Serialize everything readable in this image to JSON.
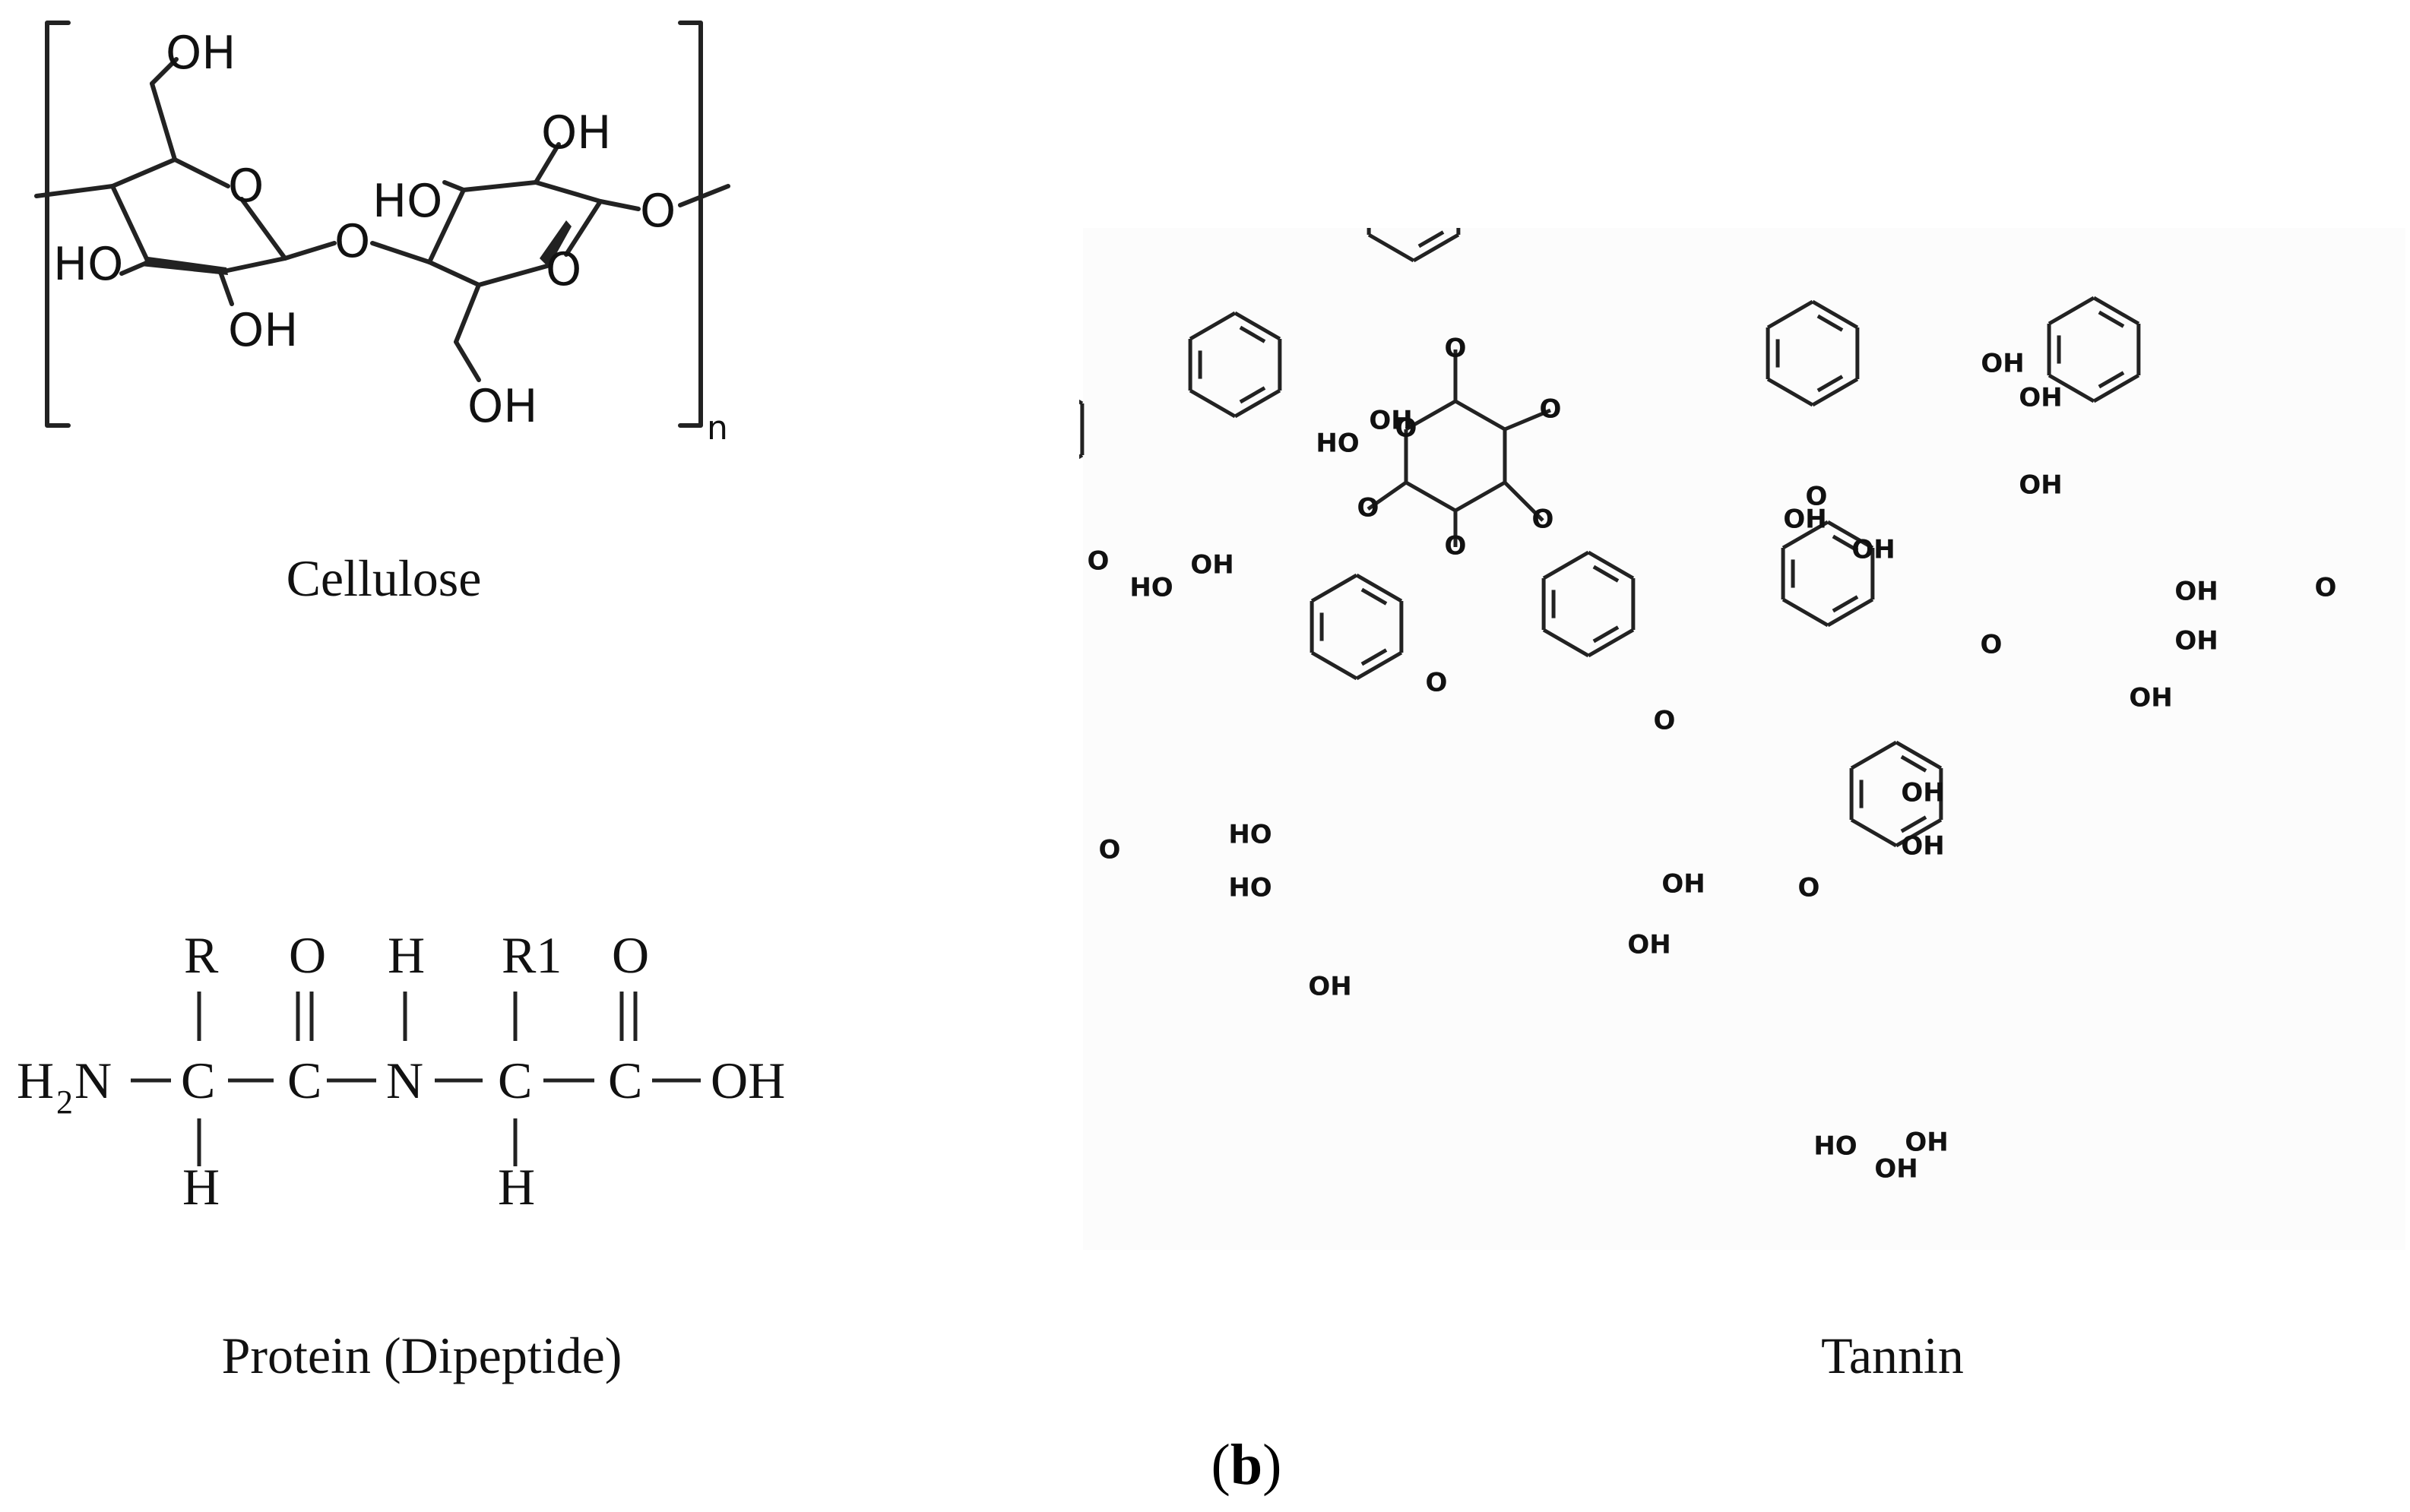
{
  "captions": {
    "cellulose": "Cellulose",
    "protein": "Protein (Dipeptide)",
    "tannin": "Tannin"
  },
  "panel_label": {
    "open": "(",
    "letter": "b",
    "close": ")"
  },
  "atoms": {
    "oh": "OH",
    "ho": "HO",
    "o": "O",
    "n_sub": "n",
    "r": "R",
    "r1": "R1",
    "h": "H",
    "c": "C",
    "n": "N",
    "h2n_h": "H",
    "h2n_2": "2",
    "h2n_n": "N"
  },
  "colors": {
    "bond": "#222222",
    "text": "#111111",
    "background": "#ffffff"
  }
}
